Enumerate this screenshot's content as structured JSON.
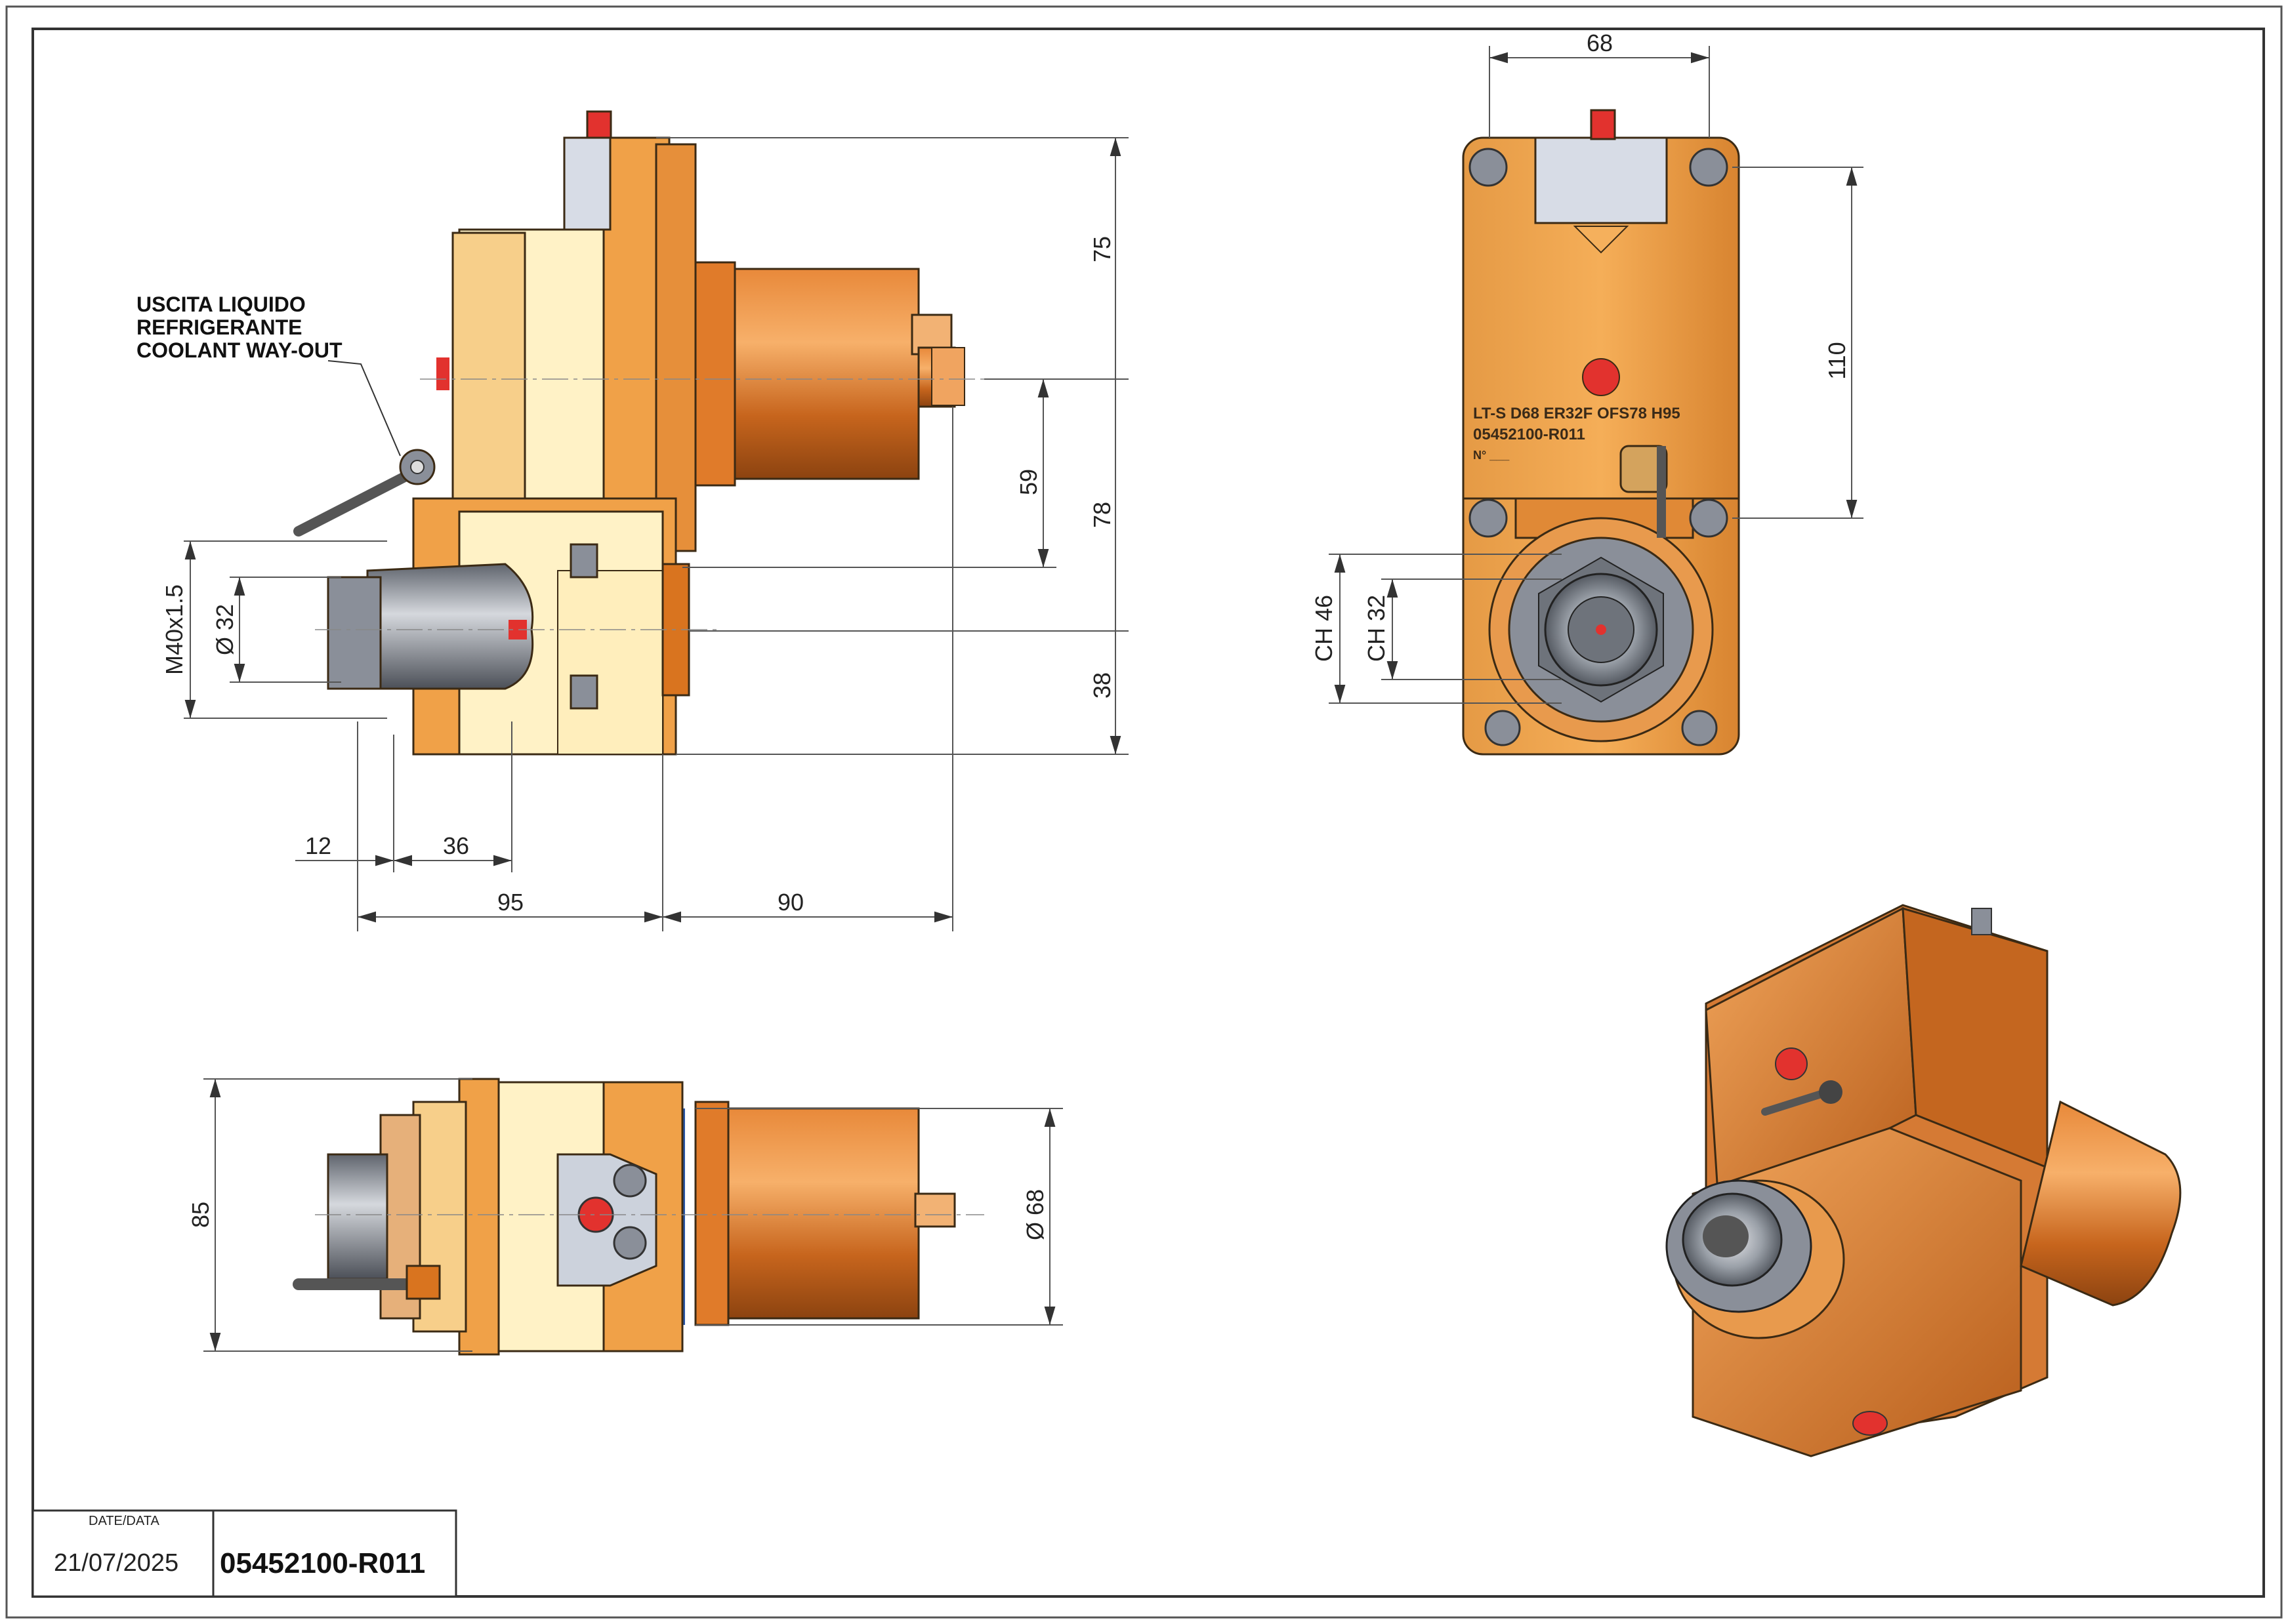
{
  "title_block": {
    "date_label": "DATE/DATA",
    "date": "21/07/2025",
    "drawing_number": "05452100-R011"
  },
  "notes": {
    "coolant_line1": "USCITA LIQUIDO",
    "coolant_line2": "REFRIGERANTE",
    "coolant_line3": "COOLANT WAY-OUT"
  },
  "dimensions": {
    "side": {
      "d75": "75",
      "d59": "59",
      "d78": "78",
      "d38": "38",
      "m40": "M40x1.5",
      "d32": "Ø 32",
      "d12": "12",
      "d36": "36",
      "d95": "95",
      "d90": "90"
    },
    "front": {
      "d68": "68",
      "d110": "110",
      "ch46": "CH 46",
      "ch32": "CH 32"
    },
    "top": {
      "d85": "85",
      "d68dia": "Ø 68"
    }
  },
  "engravings": {
    "model": "LT-S D68 ER32F OFS78 H95",
    "code": "05452100-R011",
    "serial": "N° ___"
  },
  "colors": {
    "body_orange": "#f0a148",
    "body_dark": "#c7651d",
    "shaft_orange": "#d9741f",
    "cream": "#fff2c6",
    "steel": "#8a8f99",
    "red": "#e2322e",
    "blue": "#2a56a6",
    "frame": "#333333"
  }
}
